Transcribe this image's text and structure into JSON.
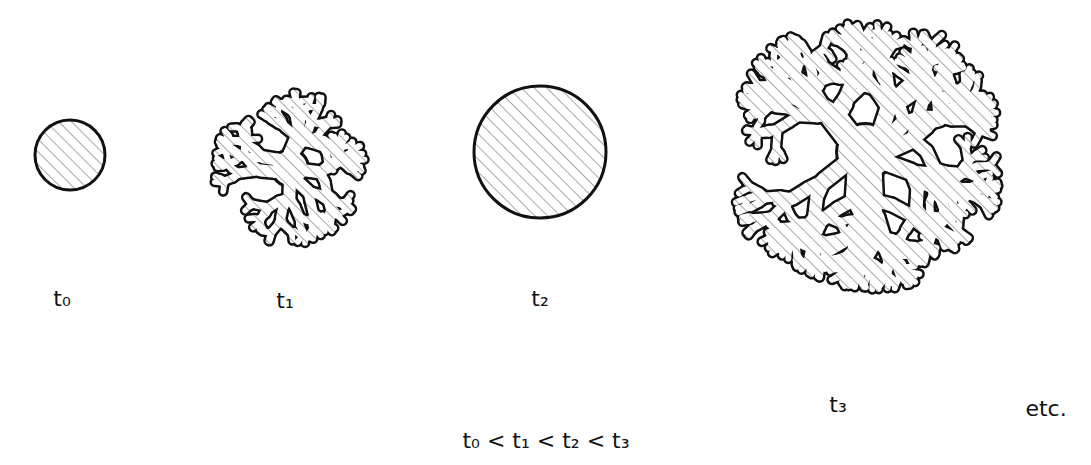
{
  "diagram": {
    "labels": [
      "t₀",
      "t₁",
      "t₂",
      "t₃",
      "etc.",
      "t₀ < t₁ < t₂ < t₃"
    ]
  }
}
